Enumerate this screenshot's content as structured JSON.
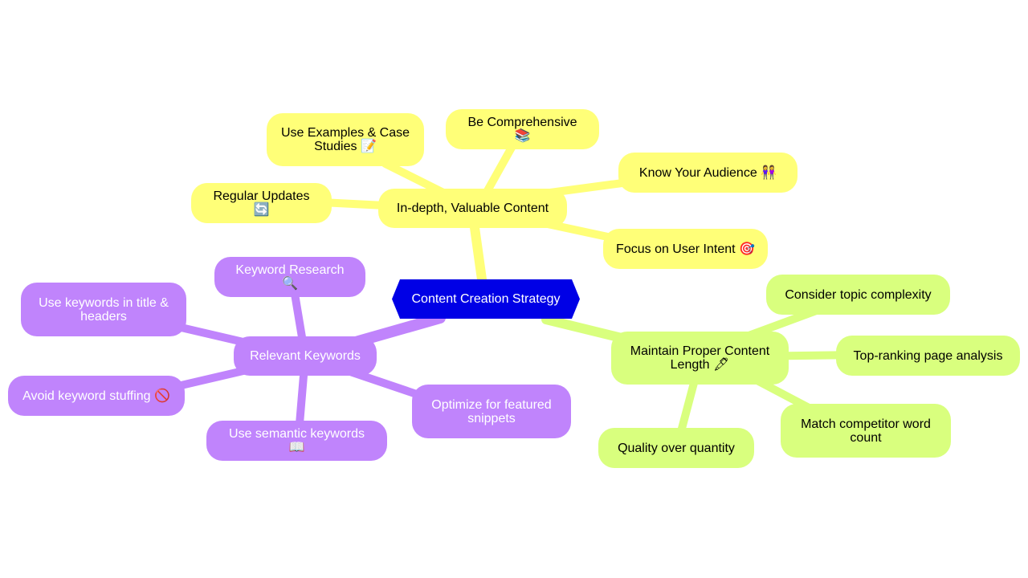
{
  "root": {
    "label": "Content Creation Strategy",
    "color": "#0000e6"
  },
  "branches": {
    "content": {
      "color": "#ffff78",
      "label": "In-depth, Valuable Content",
      "children": [
        "Use Examples & Case Studies 📝",
        "Be Comprehensive 📚",
        "Know Your Audience 👭",
        "Regular Updates 🔄",
        "Focus on User Intent 🎯"
      ]
    },
    "length": {
      "color": "#d9ff7e",
      "label": "Maintain Proper Content Length 🖋",
      "children": [
        "Consider topic complexity",
        "Top-ranking page analysis",
        "Match competitor word count",
        "Quality over quantity"
      ]
    },
    "keywords": {
      "color": "#c084fc",
      "label": "Relevant Keywords",
      "children": [
        "Keyword Research 🔍",
        "Use keywords in title & headers",
        "Avoid keyword stuffing 🚫",
        "Use semantic keywords 📖",
        "Optimize for featured snippets"
      ]
    }
  }
}
